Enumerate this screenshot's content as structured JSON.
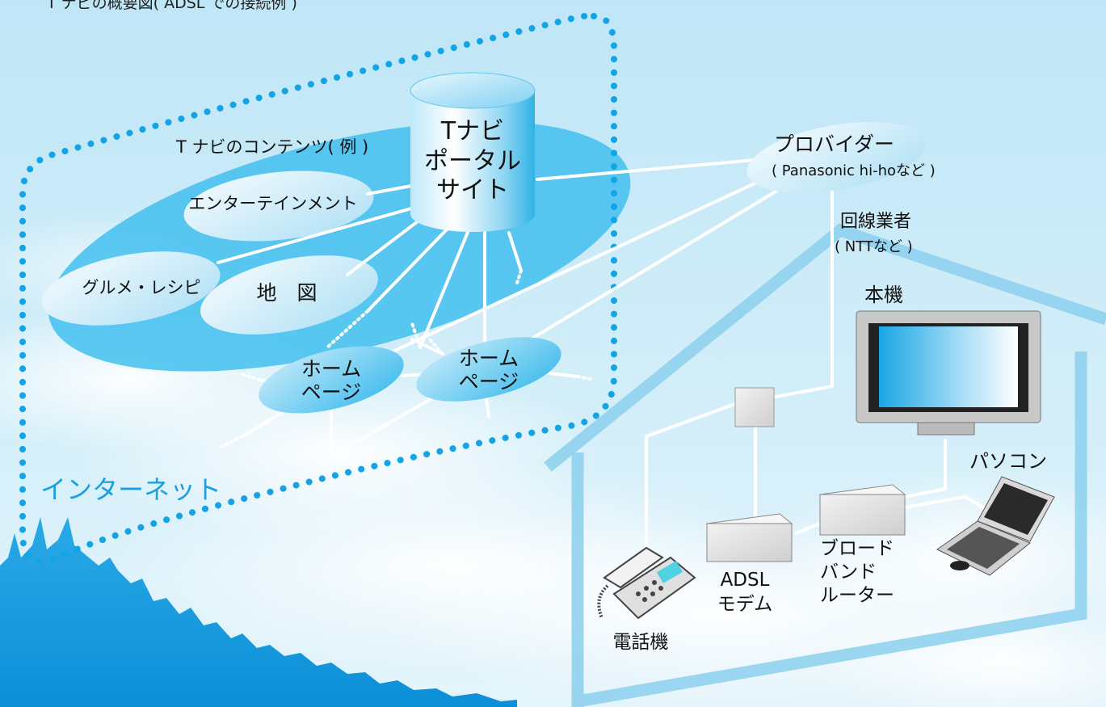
{
  "diagram": {
    "title": "T ナビの概要図( ADSL での接続例 )",
    "internet_label": "インターネット",
    "contents_label": "T ナビのコンテンツ( 例 )",
    "portal": {
      "line1": "Tナビ",
      "line2": "ポータル",
      "line3": "サイト"
    },
    "categories": {
      "entertainment": "エンターテインメント",
      "gourmet": "グルメ・レシピ",
      "map": "地　図"
    },
    "homepage": {
      "line1": "ホーム",
      "line2": "ページ"
    },
    "provider": {
      "name": "プロバイダー",
      "example": "( Panasonic hi-hoなど )"
    },
    "carrier": {
      "name": "回線業者",
      "example": "( NTTなど )"
    },
    "devices": {
      "tv": "本機",
      "pc": "パソコン",
      "router": {
        "line1": "ブロード",
        "line2": "バンド",
        "line3": "ルーター"
      },
      "modem": {
        "line1": "ADSL",
        "line2": "モデム"
      },
      "phone": "電話機"
    },
    "colors": {
      "sky_top": "#bfe6f7",
      "bubble": "#42c0ee",
      "dot": "#12a4e6",
      "house": "#8cd0ee",
      "internet_text": "#1aa0e0"
    }
  }
}
